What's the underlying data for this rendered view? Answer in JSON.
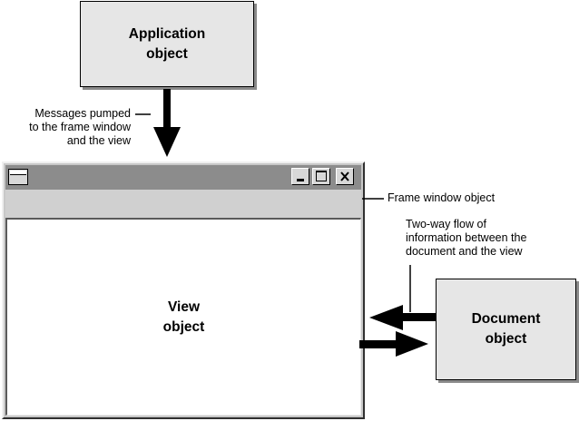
{
  "application_box": {
    "line1": "Application",
    "line2": "object"
  },
  "messages_note": {
    "line1": "Messages pumped",
    "line2": "to the frame window",
    "line3": "and the view"
  },
  "frame_window_label": "Frame window object",
  "view_box": {
    "line1": "View",
    "line2": "object"
  },
  "two_way_note": {
    "line1": "Two-way flow of",
    "line2": "information between the",
    "line3": "document and the view"
  },
  "document_box": {
    "line1": "Document",
    "line2": "object"
  },
  "window_controls": {
    "minimize": "minimize-icon",
    "maximize": "maximize-icon",
    "close": "close-icon"
  }
}
